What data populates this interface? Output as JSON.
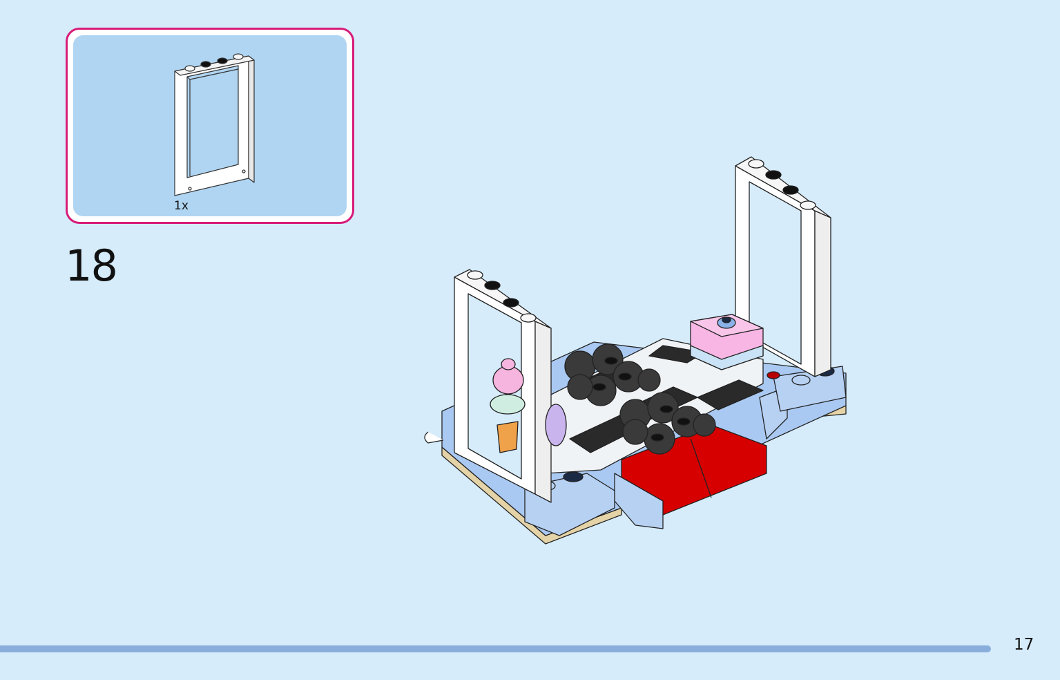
{
  "parts_callout": {
    "items": [
      {
        "part": "white-door-frame-1x4x6",
        "quantity": "1x"
      }
    ]
  },
  "step": {
    "number": "18"
  },
  "page": {
    "number": "17"
  },
  "colors": {
    "background": "#d6ecfb",
    "callout_border": "#d81b78",
    "callout_fill": "#b0d5f2",
    "progress_bar": "#8aaedc"
  },
  "icons": [
    "door-frame-icon",
    "bakery-model-illustration"
  ]
}
